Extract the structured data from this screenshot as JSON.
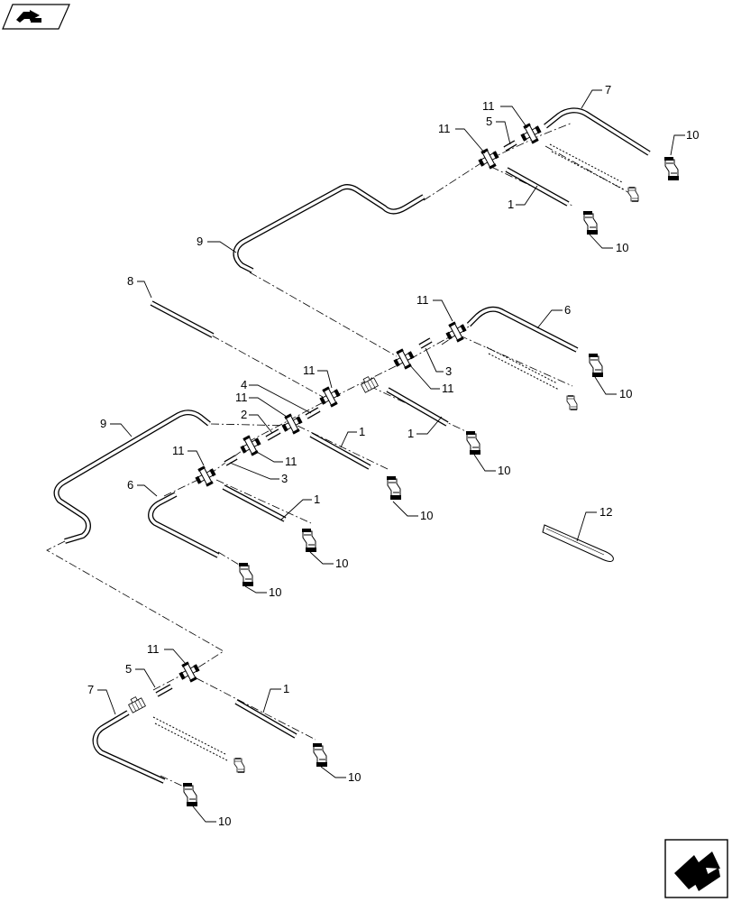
{
  "diagram": {
    "callouts": [
      {
        "id": "c1",
        "text": "11"
      },
      {
        "id": "c2",
        "text": "5"
      },
      {
        "id": "c3",
        "text": "11"
      },
      {
        "id": "c4",
        "text": "7"
      },
      {
        "id": "c5",
        "text": "10"
      },
      {
        "id": "c6",
        "text": "1"
      },
      {
        "id": "c7",
        "text": "10"
      },
      {
        "id": "c8",
        "text": "9"
      },
      {
        "id": "c9",
        "text": "8"
      },
      {
        "id": "c10",
        "text": "11"
      },
      {
        "id": "c11",
        "text": "6"
      },
      {
        "id": "c12",
        "text": "3"
      },
      {
        "id": "c13",
        "text": "11"
      },
      {
        "id": "c14",
        "text": "10"
      },
      {
        "id": "c15",
        "text": "11"
      },
      {
        "id": "c16",
        "text": "4"
      },
      {
        "id": "c17",
        "text": "11"
      },
      {
        "id": "c18",
        "text": "2"
      },
      {
        "id": "c19",
        "text": "11"
      },
      {
        "id": "c20",
        "text": "3"
      },
      {
        "id": "c21",
        "text": "1"
      },
      {
        "id": "c22",
        "text": "1"
      },
      {
        "id": "c23",
        "text": "10"
      },
      {
        "id": "c24",
        "text": "9"
      },
      {
        "id": "c25",
        "text": "11"
      },
      {
        "id": "c26",
        "text": "6"
      },
      {
        "id": "c27",
        "text": "1"
      },
      {
        "id": "c28",
        "text": "10"
      },
      {
        "id": "c29",
        "text": "10"
      },
      {
        "id": "c30",
        "text": "10"
      },
      {
        "id": "c31",
        "text": "12"
      },
      {
        "id": "c32",
        "text": "11"
      },
      {
        "id": "c33",
        "text": "5"
      },
      {
        "id": "c34",
        "text": "7"
      },
      {
        "id": "c35",
        "text": "1"
      },
      {
        "id": "c36",
        "text": "10"
      },
      {
        "id": "c37",
        "text": "10"
      }
    ]
  },
  "icons": {
    "top_left": "manual-book-icon",
    "bottom_right": "next-page-arrow-icon"
  },
  "colors": {
    "line": "#000000",
    "background": "#ffffff"
  }
}
